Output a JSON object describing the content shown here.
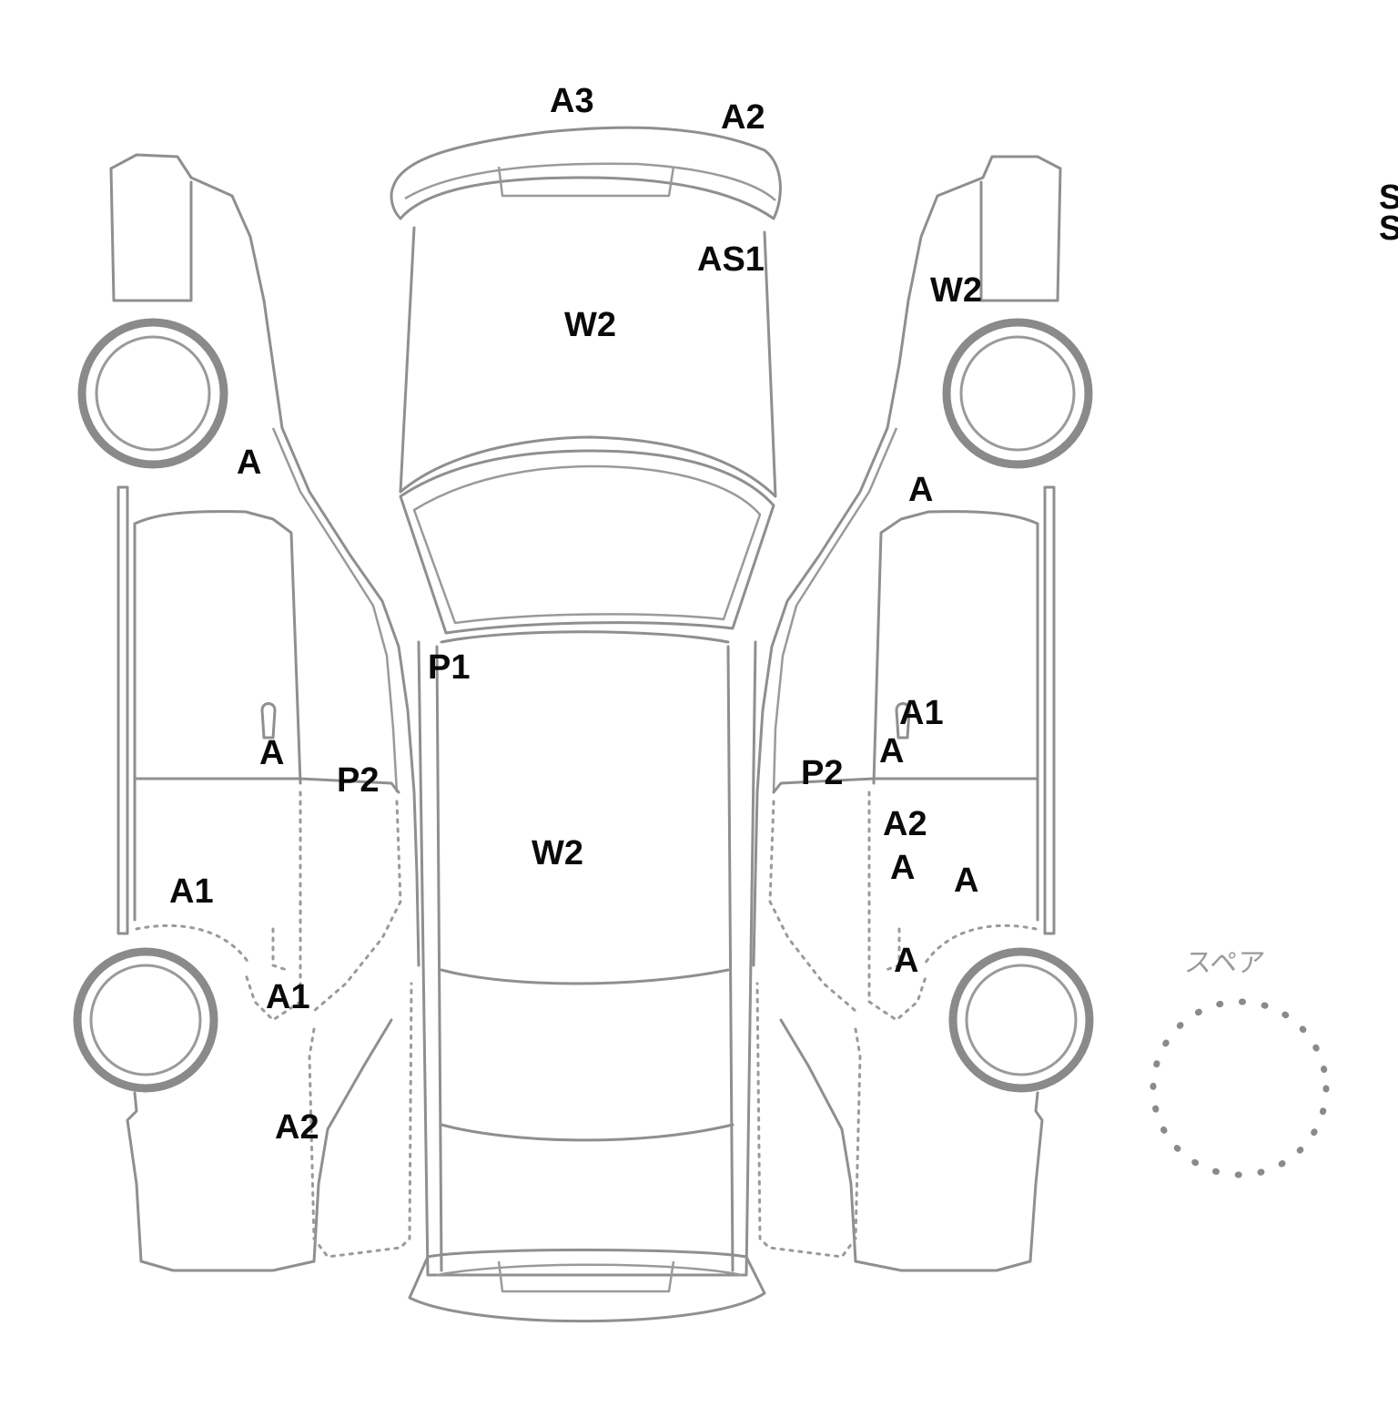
{
  "marks": {
    "top_a3": "A3",
    "top_a2": "A2",
    "top_as1": "AS1",
    "roof_w2_front": "W2",
    "right_w2_front": "W2",
    "left_a_front": "A",
    "right_a_front": "A",
    "p1": "P1",
    "right_a1_door": "A1",
    "right_a_door": "A",
    "left_a_door": "A",
    "left_p2": "P2",
    "right_p2": "P2",
    "right_a2_rear": "A2",
    "center_w2": "W2",
    "right_a_rear1": "A",
    "right_a_rear2": "A",
    "left_a1_rear": "A1",
    "right_a_rear3": "A",
    "left_a1_wheel": "A1",
    "left_a2_bottom": "A2"
  },
  "spare_label": "スペア",
  "edge_text": "S S"
}
